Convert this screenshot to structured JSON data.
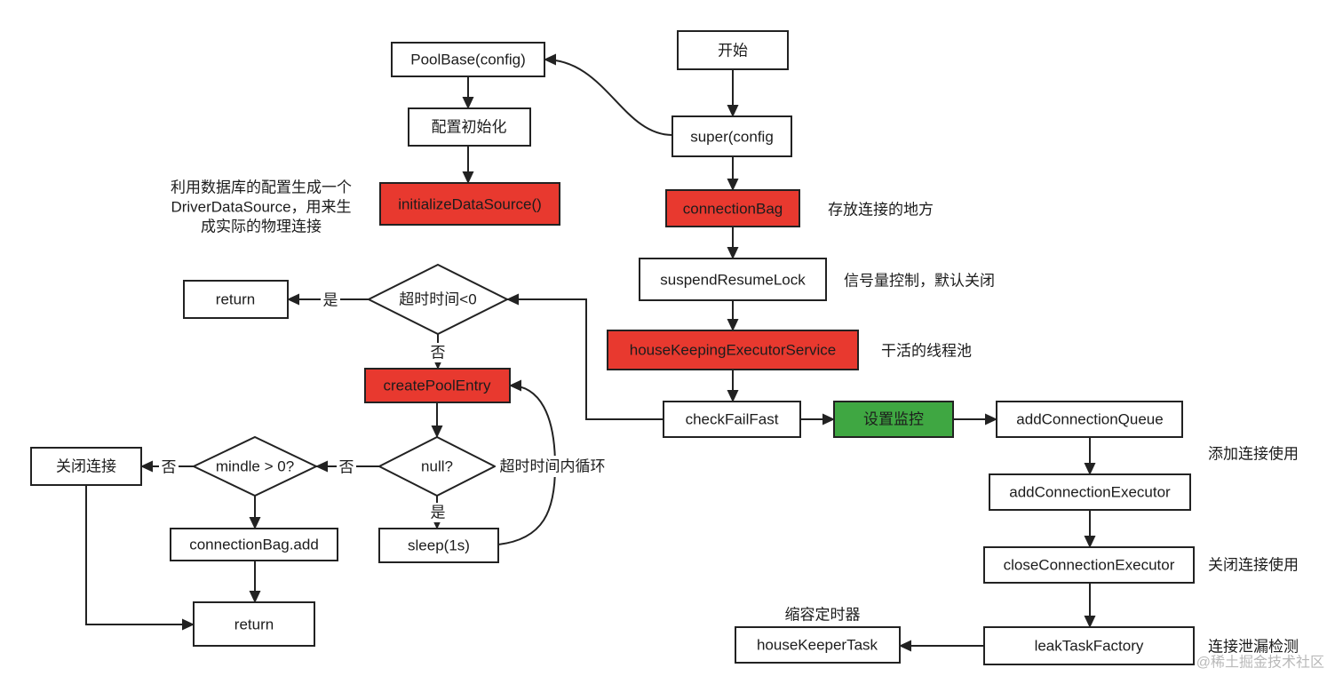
{
  "nodes": {
    "start": "开始",
    "super_config": "super(config",
    "pool_base": "PoolBase(config)",
    "config_init": "配置初始化",
    "initialize_data_source": "initializeDataSource()",
    "connection_bag": "connectionBag",
    "suspend_resume_lock": "suspendResumeLock",
    "house_keeping_executor_service": "houseKeepingExecutorService",
    "check_fail_fast": "checkFailFast",
    "set_monitoring": "设置监控",
    "add_connection_queue": "addConnectionQueue",
    "add_connection_executor": "addConnectionExecutor",
    "close_connection_executor": "closeConnectionExecutor",
    "leak_task_factory": "leakTaskFactory",
    "house_keeper_task": "houseKeeperTask",
    "timeout_check": "超时时间<0",
    "return_early": "return",
    "create_pool_entry": "createPoolEntry",
    "null_check": "null?",
    "sleep": "sleep(1s)",
    "mindle_check": "mindle > 0?",
    "close_connection": "关闭连接",
    "connection_bag_add": "connectionBag.add",
    "return_final": "return"
  },
  "edge_labels": {
    "timeout_yes": "是",
    "timeout_no": "否",
    "null_yes": "是",
    "null_no": "否",
    "mindle_no": "否",
    "retry_loop": "超时时间内循环"
  },
  "annotations": {
    "data_source_note": [
      "利用数据库的配置生成一个",
      "DriverDataSource，用来生",
      "成实际的物理连接"
    ],
    "connection_bag_note": "存放连接的地方",
    "suspend_lock_note": "信号量控制，默认关闭",
    "executor_service_note": "干活的线程池",
    "add_connection_note": "添加连接使用",
    "close_connection_note": "关闭连接使用",
    "leak_detection_note": "连接泄漏检测",
    "house_keeper_note": "缩容定时器"
  },
  "watermark": "@稀土掘金技术社区",
  "colors": {
    "highlight_red": "#E8392F",
    "highlight_green": "#3FA742"
  }
}
